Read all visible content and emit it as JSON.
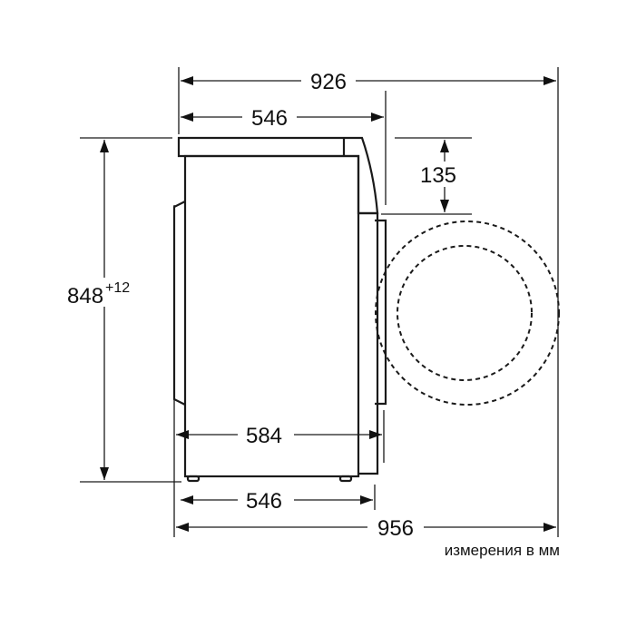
{
  "dimensions": {
    "total_depth_door_open": "926",
    "top_depth": "546",
    "top_step_height": "135",
    "height": "848",
    "height_tolerance": "+12",
    "body_depth": "584",
    "base_depth": "546",
    "overall_width": "956"
  },
  "units_note": "измерения в мм"
}
